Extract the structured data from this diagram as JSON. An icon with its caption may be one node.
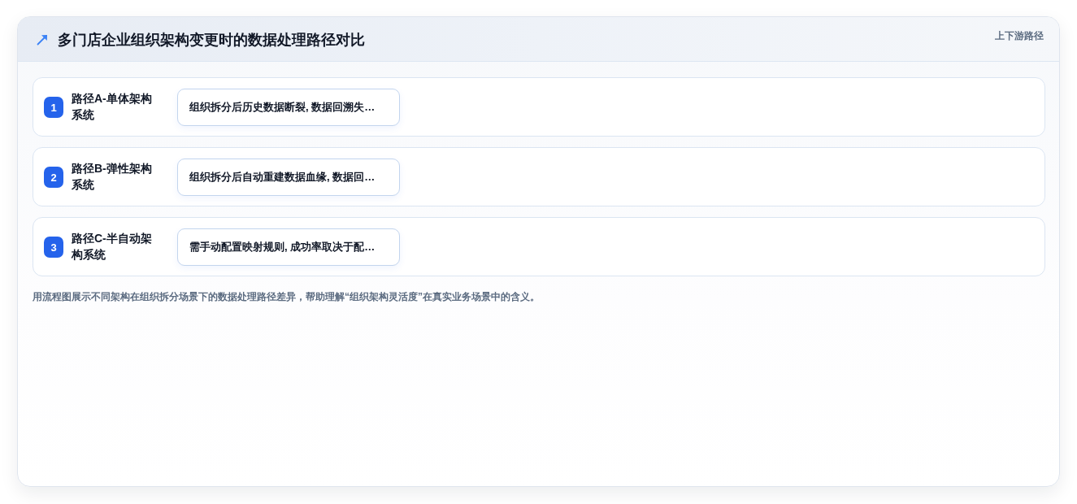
{
  "diagram": {
    "title": "多门店企业组织架构变更时的数据处理路径对比",
    "caption": "用流程图展示不同架构在组织拆分场景下的数据处理路径差异，帮助理解“组织架构灵活度”在真实业务场景中的含义。",
    "nodes": [
      {
        "text": [
          "路径A-单体架构系统"
        ]
      },
      {
        "text": [
          "1"
        ],
        "in": 0
      },
      {
        "text": [
          "组织拆分后历史数据断裂, 数据回溯失…"
        ],
        "in": 0
      },
      {
        "text": [
          "路径B-弹性架构系统"
        ]
      },
      {
        "text": [
          "2"
        ],
        "in": 3
      },
      {
        "text": [
          "组织拆分后自动重建数据血缘, 数据回…"
        ],
        "in": 3
      },
      {
        "text": [
          "路径C-半自动架构系统"
        ]
      },
      {
        "text": [
          "3"
        ],
        "in": 6
      },
      {
        "text": [
          "需手动配置映射规则, 成功率取决于配…"
        ],
        "in": 6
      }
    ],
    "labels": [
      "上下游路径"
    ]
  }
}
